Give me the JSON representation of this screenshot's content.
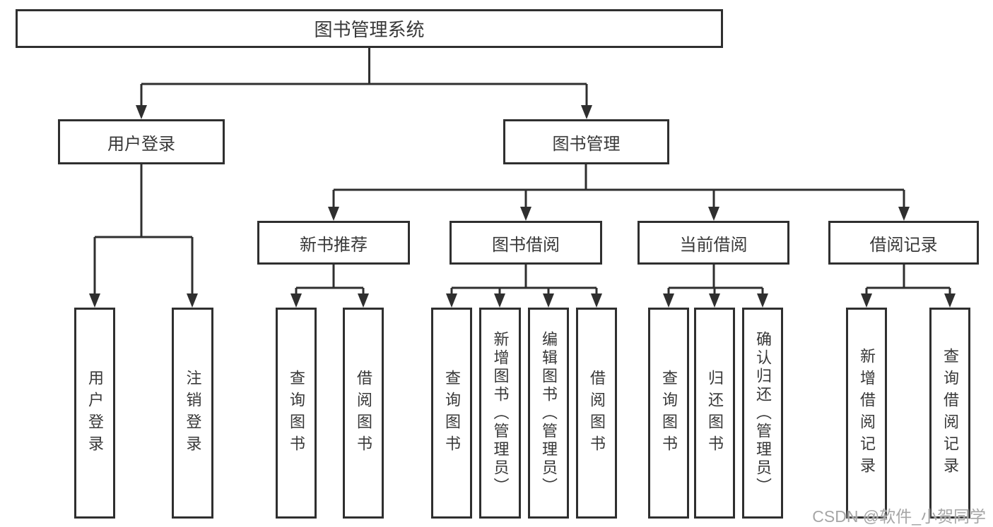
{
  "tree": {
    "label": "图书管理系统",
    "children": [
      {
        "label": "用户登录",
        "children": [
          {
            "label": "用户登录"
          },
          {
            "label": "注销登录"
          }
        ]
      },
      {
        "label": "图书管理",
        "children": [
          {
            "label": "新书推荐",
            "children": [
              {
                "label": "查询图书"
              },
              {
                "label": "借阅图书"
              }
            ]
          },
          {
            "label": "图书借阅",
            "children": [
              {
                "label": "查询图书"
              },
              {
                "label": "新增图书（管理员）"
              },
              {
                "label": "编辑图书（管理员）"
              },
              {
                "label": "借阅图书"
              }
            ]
          },
          {
            "label": "当前借阅",
            "children": [
              {
                "label": "查询图书"
              },
              {
                "label": "归还图书"
              },
              {
                "label": "确认归还（管理员）"
              }
            ]
          },
          {
            "label": "借阅记录",
            "children": [
              {
                "label": "新增借阅记录"
              },
              {
                "label": "查询借阅记录"
              }
            ]
          }
        ]
      }
    ]
  },
  "watermark": "CSDN @软件_小贺同学",
  "colors": {
    "line": "#2f2f2f",
    "text": "#383838",
    "watermark": "#a6a6a6",
    "background": "#ffffff"
  }
}
